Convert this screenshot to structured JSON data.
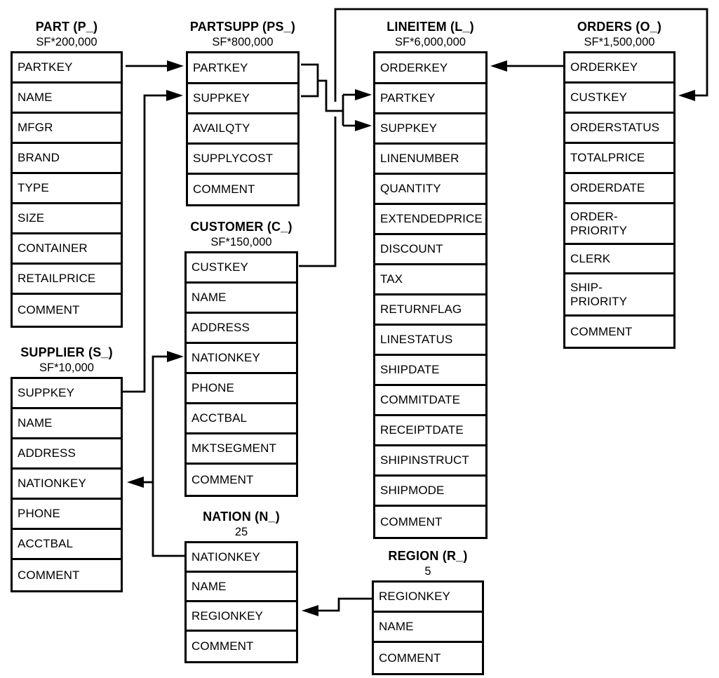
{
  "tables": [
    {
      "id": "part",
      "title": "PART (P_)",
      "cardinality": "SF*200,000",
      "columns": [
        "PARTKEY",
        "NAME",
        "MFGR",
        "BRAND",
        "TYPE",
        "SIZE",
        "CONTAINER",
        "RETAILPRICE",
        "COMMENT"
      ]
    },
    {
      "id": "partsupp",
      "title": "PARTSUPP (PS_)",
      "cardinality": "SF*800,000",
      "columns": [
        "PARTKEY",
        "SUPPKEY",
        "AVAILQTY",
        "SUPPLYCOST",
        "COMMENT"
      ]
    },
    {
      "id": "lineitem",
      "title": "LINEITEM (L_)",
      "cardinality": "SF*6,000,000",
      "columns": [
        "ORDERKEY",
        "PARTKEY",
        "SUPPKEY",
        "LINENUMBER",
        "QUANTITY",
        "EXTENDEDPRICE",
        "DISCOUNT",
        "TAX",
        "RETURNFLAG",
        "LINESTATUS",
        "SHIPDATE",
        "COMMITDATE",
        "RECEIPTDATE",
        "SHIPINSTRUCT",
        "SHIPMODE",
        "COMMENT"
      ]
    },
    {
      "id": "orders",
      "title": "ORDERS (O_)",
      "cardinality": "SF*1,500,000",
      "columns": [
        "ORDERKEY",
        "CUSTKEY",
        "ORDERSTATUS",
        "TOTALPRICE",
        "ORDERDATE",
        "ORDER-\nPRIORITY",
        "CLERK",
        "SHIP-\nPRIORITY",
        "COMMENT"
      ]
    },
    {
      "id": "supplier",
      "title": "SUPPLIER (S_)",
      "cardinality": "SF*10,000",
      "columns": [
        "SUPPKEY",
        "NAME",
        "ADDRESS",
        "NATIONKEY",
        "PHONE",
        "ACCTBAL",
        "COMMENT"
      ]
    },
    {
      "id": "customer",
      "title": "CUSTOMER (C_)",
      "cardinality": "SF*150,000",
      "columns": [
        "CUSTKEY",
        "NAME",
        "ADDRESS",
        "NATIONKEY",
        "PHONE",
        "ACCTBAL",
        "MKTSEGMENT",
        "COMMENT"
      ]
    },
    {
      "id": "nation",
      "title": "NATION (N_)",
      "cardinality": "25",
      "columns": [
        "NATIONKEY",
        "NAME",
        "REGIONKEY",
        "COMMENT"
      ]
    },
    {
      "id": "region",
      "title": "REGION (R_)",
      "cardinality": "5",
      "columns": [
        "REGIONKEY",
        "NAME",
        "COMMENT"
      ]
    }
  ],
  "relationships": [
    {
      "id": "part-partsupp",
      "from": "PART.PARTKEY",
      "to": "PARTSUPP.PARTKEY"
    },
    {
      "id": "supplier-partsupp",
      "from": "SUPPLIER.SUPPKEY",
      "to": "PARTSUPP.SUPPKEY"
    },
    {
      "id": "partsupp-lineitem",
      "from": "PARTSUPP.PARTKEY & PARTSUPP.SUPPKEY",
      "to": "LINEITEM.PARTKEY & LINEITEM.SUPPKEY"
    },
    {
      "id": "orders-lineitem",
      "from": "ORDERS.ORDERKEY",
      "to": "LINEITEM.ORDERKEY"
    },
    {
      "id": "customer-orders",
      "from": "CUSTOMER.CUSTKEY",
      "to": "ORDERS.CUSTKEY"
    },
    {
      "id": "nation-customer",
      "from": "NATION.NATIONKEY",
      "to": "CUSTOMER.NATIONKEY"
    },
    {
      "id": "nation-supplier",
      "from": "NATION.NATIONKEY",
      "to": "SUPPLIER.NATIONKEY"
    },
    {
      "id": "region-nation",
      "from": "REGION.REGIONKEY",
      "to": "NATION.REGIONKEY"
    }
  ]
}
